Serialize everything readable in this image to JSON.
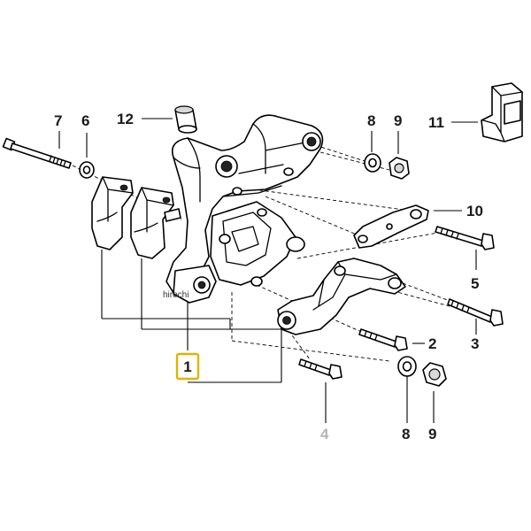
{
  "diagram": {
    "highlight_color": "#e0b400",
    "faded_color": "#b4b4b4",
    "watermark": "hirochi",
    "callouts": [
      {
        "id": "c1",
        "label": "1",
        "highlighted": true
      },
      {
        "id": "c2",
        "label": "2"
      },
      {
        "id": "c3",
        "label": "3"
      },
      {
        "id": "c4",
        "label": "4",
        "faded": true
      },
      {
        "id": "c5",
        "label": "5"
      },
      {
        "id": "c6",
        "label": "6"
      },
      {
        "id": "c7",
        "label": "7"
      },
      {
        "id": "c8a",
        "label": "8"
      },
      {
        "id": "c8b",
        "label": "8"
      },
      {
        "id": "c9a",
        "label": "9"
      },
      {
        "id": "c9b",
        "label": "9"
      },
      {
        "id": "c10",
        "label": "10"
      },
      {
        "id": "c11",
        "label": "11"
      },
      {
        "id": "c12",
        "label": "12"
      }
    ]
  }
}
